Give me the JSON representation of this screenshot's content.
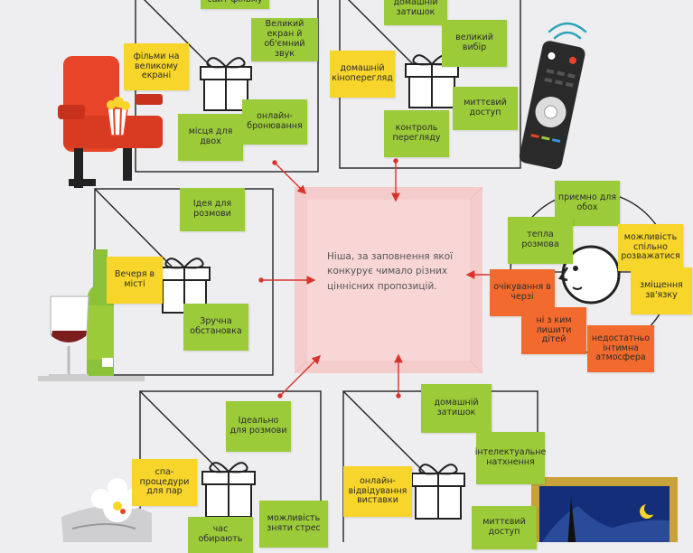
{
  "center": {
    "text": "Ніша, за заповнення якої конкурує чимало різних ціннісних пропозицій."
  },
  "colors": {
    "green": "#9ccb3a",
    "yellow": "#f7d52a",
    "orange": "#f26a2e",
    "pink_box": "#f5cccc",
    "arrow": "#d9332b"
  },
  "icons": [
    "gift-icon",
    "cinema-seat-icon",
    "popcorn-icon",
    "tv-remote-icon",
    "wifi-signal-icon",
    "wine-bottle-icon",
    "wine-glass-icon",
    "person-face-icon",
    "orchid-icon",
    "night-painting-icon"
  ],
  "notes": {
    "cinema_site": "сайт фільму",
    "cinema_bigscreen": "Великий екран й об'ємний звук",
    "cinema_film": "фільми на великому екрані",
    "cinema_seats": "місця для двох",
    "cinema_booking": "онлайн-бронювання",
    "home_cosy": "домашній затишок",
    "home_choice": "великий вибір",
    "home_movie": "домашній кіноперегляд",
    "home_instant": "миттєвий доступ",
    "home_control": "контроль перегляду",
    "dinner_idea": "Ідея для розмови",
    "dinner_city": "Вечеря в місті",
    "dinner_comfy": "Зручна обстановка",
    "talk_pleasant": "приємно для обох",
    "talk_warm": "тепла розмова",
    "talk_together": "можливість спільно розважатися",
    "talk_tired": "зміщення зв'язку",
    "talk_queue": "очікування в черзі",
    "talk_kids": "ні з ким лишити дітей",
    "talk_atmo": "недостатньо інтимна атмосфера",
    "spa_ideal": "Ідеально для розмови",
    "spa_couples": "спа-процедури для пар",
    "spa_time": "час обирають",
    "spa_stress": "можливість зняти стрес",
    "museum_cosy": "домашній затишок",
    "museum_intel": "інтелектуальне натхнення",
    "museum_online": "онлайн-відвідування виставки",
    "museum_instant": "миттєвий доступ"
  }
}
